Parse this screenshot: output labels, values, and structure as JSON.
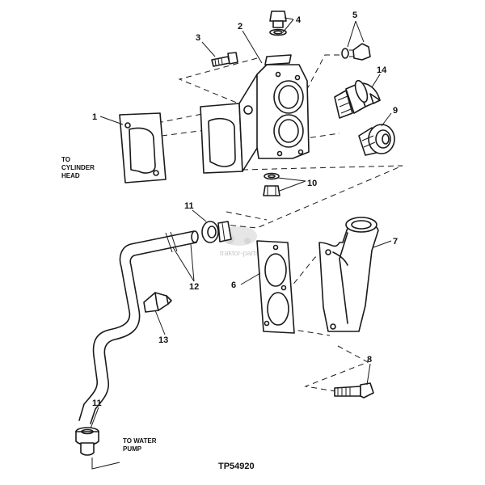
{
  "figure_id": "TP54920",
  "watermark": "traktor-parts",
  "callouts": {
    "c1": "1",
    "c2": "2",
    "c3": "3",
    "c4": "4",
    "c5": "5",
    "c6": "6",
    "c7": "7",
    "c8": "8",
    "c9": "9",
    "c10": "10",
    "c11a": "11",
    "c11b": "11",
    "c12": "12",
    "c13": "13",
    "c14": "14"
  },
  "notes": {
    "cylinder_head": [
      "TO",
      "CYLINDER",
      "HEAD"
    ],
    "water_pump": [
      "TO WATER",
      "PUMP"
    ]
  },
  "colors": {
    "ink": "#1a1a1a",
    "paper": "#ffffff",
    "watermark": "#c8c8c8"
  }
}
